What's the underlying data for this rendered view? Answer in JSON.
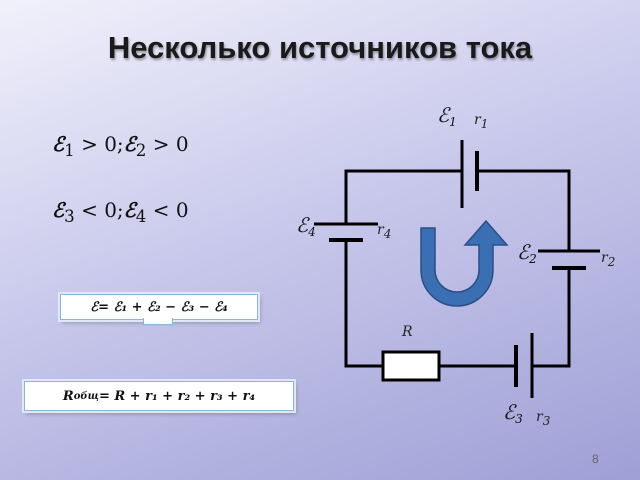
{
  "slide": {
    "title": "Несколько источников тока",
    "page_number": "8"
  },
  "conditions": {
    "line1": {
      "a": "ℰ",
      "a_sub": "1",
      "a_rel": " > 0;",
      "b": "ℰ",
      "b_sub": "2",
      "b_rel": " > 0"
    },
    "line2": {
      "a": "ℰ",
      "a_sub": "3",
      "a_rel": " < 0;",
      "b": "ℰ",
      "b_sub": "4",
      "b_rel": " < 0"
    }
  },
  "formulas": {
    "emf": "ℰ= ℰ₁ + ℰ₂ − ℰ₃ − ℰ₄",
    "resistance_lhs": "R",
    "resistance_lhs_sub": "общ",
    "resistance_rhs": " = R + r₁ + r₂ + r₃ + r₄"
  },
  "circuit": {
    "sources": [
      {
        "emf": "ℰ",
        "emf_sub": "1",
        "r": "r",
        "r_sub": "1"
      },
      {
        "emf": "ℰ",
        "emf_sub": "2",
        "r": "r",
        "r_sub": "2"
      },
      {
        "emf": "ℰ",
        "emf_sub": "3",
        "r": "r",
        "r_sub": "3"
      },
      {
        "emf": "ℰ",
        "emf_sub": "4",
        "r": "r",
        "r_sub": "4"
      }
    ],
    "resistor_label": "R",
    "arrow_color": "#3a6fb4",
    "wire_color": "#000000"
  }
}
